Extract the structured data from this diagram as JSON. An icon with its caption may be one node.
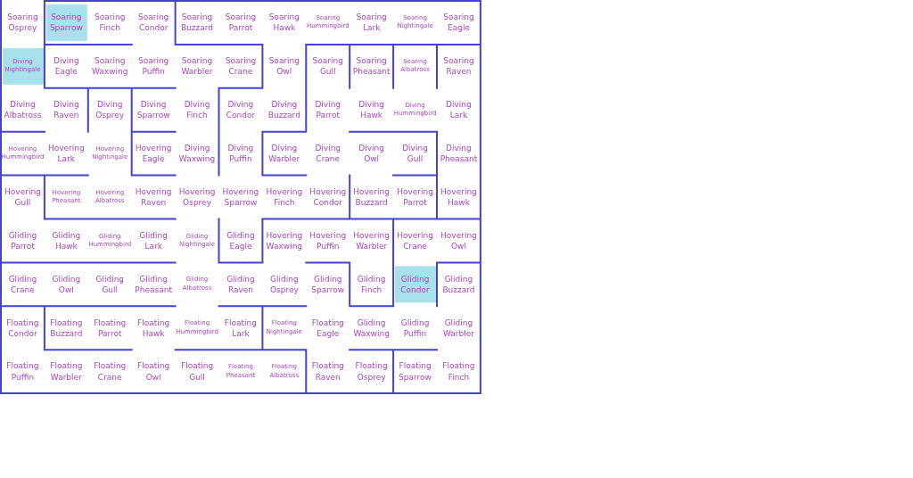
{
  "diagram": {
    "labels": [
      "Soaring Osprey",
      "Soaring Sparrow",
      "Soaring Finch",
      "Soaring Condor",
      "Soaring Buzzard",
      "Soaring Parrot",
      "Soaring Hawk",
      "Soaring Hummingbird",
      "Soaring Lark",
      "Soaring Nightingale",
      "Soaring Eagle",
      "Diving Nightingale",
      "Diving Eagle",
      "Soaring Waxwing",
      "Soaring Puffin",
      "Soaring Warbler",
      "Soaring Crane",
      "Soaring Owl",
      "Soaring Gull",
      "Soaring Pheasant",
      "Soaring Albatross",
      "Soaring Raven",
      "Diving Albatross",
      "Diving Raven",
      "Diving Osprey",
      "Diving Sparrow",
      "Diving Finch",
      "Diving Condor",
      "Diving Buzzard",
      "Diving Parrot",
      "Diving Hawk",
      "Diving Hummingbird",
      "Diving Lark",
      "Hovering Hummingbird",
      "Hovering Lark",
      "Hovering Nightingale",
      "Hovering Eagle",
      "Diving Waxwing",
      "Diving Puffin",
      "Diving Warbler",
      "Diving Crane",
      "Diving Owl",
      "Diving Gull",
      "Diving Pheasant",
      "Hovering Gull",
      "Hovering Pheasant",
      "Hovering Albatross",
      "Hovering Raven",
      "Hovering Osprey",
      "Hovering Sparrow",
      "Hovering Finch",
      "Hovering Condor",
      "Hovering Buzzard",
      "Hovering Parrot",
      "Hovering Hawk",
      "Gliding Parrot",
      "Gliding Hawk",
      "Gliding Hummingbird",
      "Gliding Lark",
      "Gliding Nightingale",
      "Gliding Eagle",
      "Hovering Waxwing",
      "Hovering Puffin",
      "Hovering Warbler",
      "Hovering Crane",
      "Hovering Owl",
      "Gliding Crane",
      "Gliding Owl",
      "Gliding Gull",
      "Gliding Pheasant",
      "Gliding Albatross",
      "Gliding Raven",
      "Gliding Osprey",
      "Gliding Sparrow",
      "Gliding Finch",
      "Gliding Condor",
      "Gliding Buzzard",
      "Floating Condor",
      "Floating Buzzard",
      "Floating Parrot",
      "Floating Hawk",
      "Floating Hummingbird",
      "Floating Lark",
      "Floating Nightingale",
      "Floating Eagle",
      "Gliding Waxwing",
      "Gliding Puffin",
      "Gliding Warbler",
      "Floating Puffin",
      "Floating Warbler",
      "Floating Crane",
      "Floating Owl",
      "Floating Gull",
      "Floating Pheasant",
      "Floating Albatross",
      "Floating Raven",
      "Floating Osprey",
      "Floating Sparrow",
      "Floating Finch"
    ]
  }
}
